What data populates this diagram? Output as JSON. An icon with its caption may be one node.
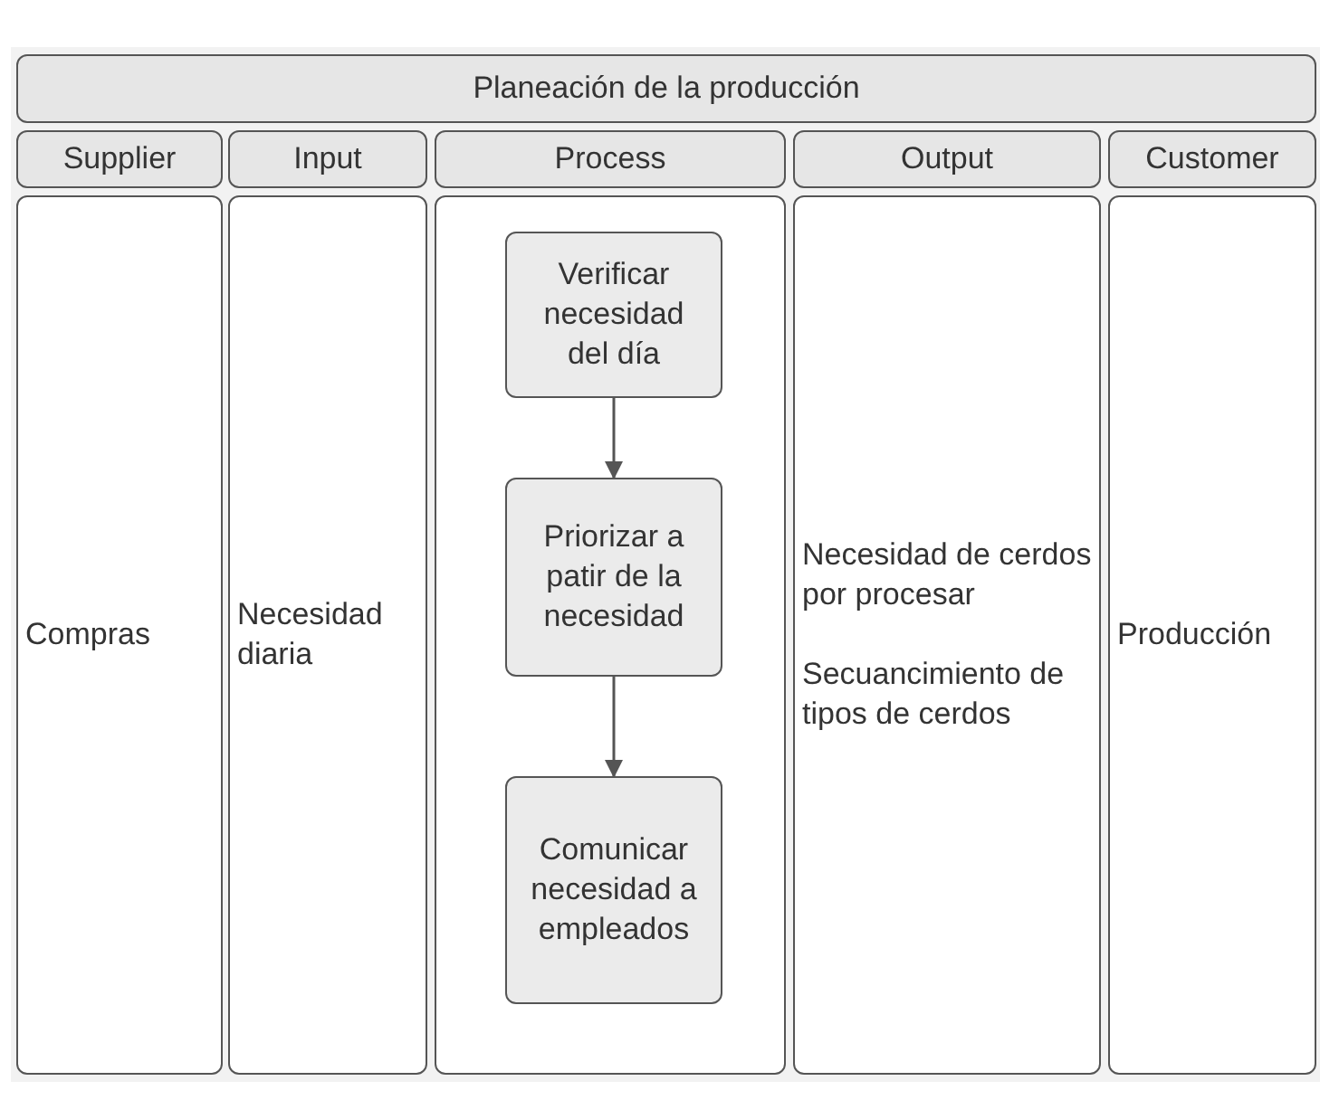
{
  "diagram": {
    "nodes": [
      {
        "text": [
          "Planeación de la producción"
        ]
      },
      {
        "text": [
          "Supplier"
        ]
      },
      {
        "text": [
          "Input"
        ]
      },
      {
        "text": [
          "Process"
        ]
      },
      {
        "text": [
          "Output"
        ]
      },
      {
        "text": [
          "Customer"
        ]
      },
      {
        "text": [
          "Compras"
        ]
      },
      {
        "text": [
          "Necesidad diaria"
        ]
      },
      {
        "text": [],
        "shape": "box"
      },
      {
        "text": [
          "Verificar necesidad del día"
        ],
        "in": 8
      },
      {
        "text": [
          "Priorizar a patir de la necesidad"
        ],
        "in": 8
      },
      {
        "text": [
          "Comunicar necesidad a empleados"
        ],
        "in": 8
      },
      {
        "text": [
          "Necesidad de cerdos por procesar",
          "Secuancimiento de tipos de cerdos"
        ]
      },
      {
        "text": [
          "Producción"
        ]
      }
    ],
    "edges": [
      {
        "from": 9,
        "to": 10,
        "arrow": "to"
      },
      {
        "from": 10,
        "to": 11,
        "arrow": "to"
      }
    ]
  }
}
